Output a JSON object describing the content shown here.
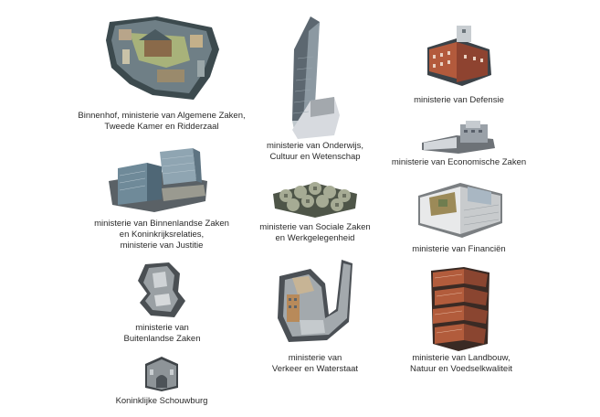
{
  "buildings": [
    {
      "id": "binnenhof",
      "icon": "binnenhof-building-icon",
      "lines": [
        "Binnenhof,  ministerie van Algemene Zaken,",
        "Tweede Kamer en Ridderzaal"
      ]
    },
    {
      "id": "ocw",
      "icon": "ocw-tower-building-icon",
      "lines": [
        "ministerie van Onderwijs,",
        "Cultuur en Wetenschap"
      ]
    },
    {
      "id": "defensie",
      "icon": "defensie-building-icon",
      "lines": [
        "ministerie van Defensie"
      ]
    },
    {
      "id": "ez",
      "icon": "economische-zaken-building-icon",
      "lines": [
        "ministerie van Economische Zaken"
      ]
    },
    {
      "id": "bzk",
      "icon": "binnenlandse-zaken-building-icon",
      "lines": [
        "ministerie van Binnenlandse Zaken",
        "en Koninkrijksrelaties,",
        "ministerie van Justitie"
      ]
    },
    {
      "id": "szw",
      "icon": "sociale-zaken-building-icon",
      "lines": [
        "ministerie van Sociale Zaken",
        "en Werkgelegenheid"
      ]
    },
    {
      "id": "financien",
      "icon": "financien-building-icon",
      "lines": [
        "ministerie van Financiën"
      ]
    },
    {
      "id": "buza",
      "icon": "buitenlandse-zaken-building-icon",
      "lines": [
        "ministerie van",
        "Buitenlandse Zaken"
      ]
    },
    {
      "id": "venw",
      "icon": "verkeer-waterstaat-building-icon",
      "lines": [
        "ministerie van",
        "Verkeer en Waterstaat"
      ]
    },
    {
      "id": "lnv",
      "icon": "landbouw-building-icon",
      "lines": [
        "ministerie van Landbouw,",
        "Natuur en Voedselkwaliteit"
      ]
    },
    {
      "id": "schouwburg",
      "icon": "koninklijke-schouwburg-building-icon",
      "lines": [
        "Koninklijke Schouwburg"
      ]
    }
  ]
}
